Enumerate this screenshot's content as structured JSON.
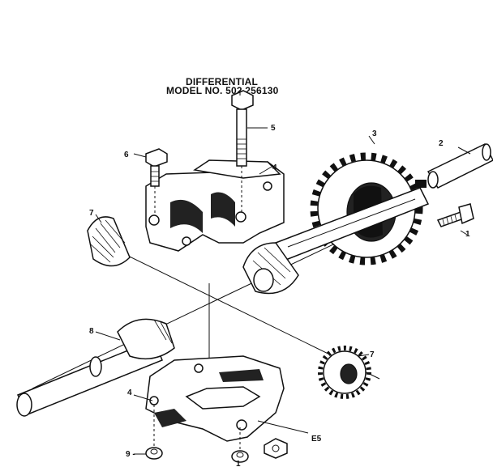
{
  "diagram": {
    "title_line1": "DIFFERENTIAL",
    "title_line2": "MODEL NO. 502.256130",
    "callouts": {
      "c1": "1",
      "c2": "2",
      "c3": "3",
      "c4a": "4",
      "c4b": "4",
      "c5": "5",
      "c6": "6",
      "c7a": "7",
      "c7b": "7",
      "c8": "8",
      "c9": "9 -",
      "c1b": "1",
      "code": "E5"
    }
  }
}
